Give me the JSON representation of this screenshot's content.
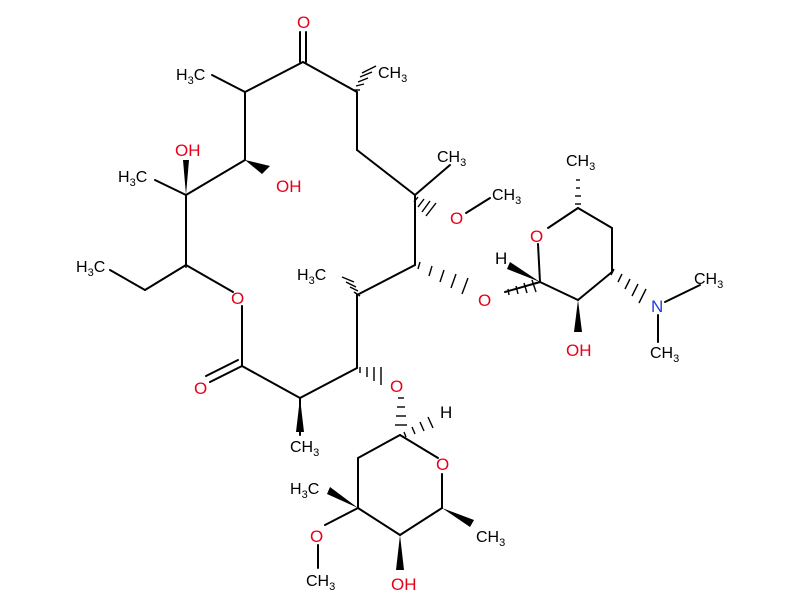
{
  "colors": {
    "bond": "#000000",
    "carbon_label": "#000000",
    "oxygen_label": "#e8001a",
    "nitrogen_label": "#2040d8"
  },
  "labels": {
    "ketone_o": "O",
    "methyl_h3c_1": "H",
    "methyl_h3c_1_sub": "3",
    "methyl_h3c_1_c": "C",
    "methyl_ch3_2": "CH",
    "methyl_ch3_2_sub": "3",
    "oh_top": "OH",
    "methyl_h3c_3": "H",
    "methyl_h3c_3_sub": "3",
    "methyl_h3c_3_c": "C",
    "oh_mid": "OH",
    "methyl_ch3_4": "CH",
    "methyl_ch3_4_sub": "3",
    "methoxy_o": "O",
    "methoxy_ch3": "CH",
    "methoxy_ch3_sub": "3",
    "ethyl_h3c": "H",
    "ethyl_h3c_sub": "3",
    "ethyl_h3c_c": "C",
    "ring_o": "O",
    "methyl_h3c_5": "H",
    "methyl_h3c_5_sub": "3",
    "methyl_h3c_5_c": "C",
    "glycoside_o1": "O",
    "lactone_o": "O",
    "glycoside_o2": "O",
    "methyl_ch3_6": "CH",
    "methyl_ch3_6_sub": "3",
    "sugar1_ch3": "CH",
    "sugar1_ch3_sub": "3",
    "sugar1_ring_o": "O",
    "sugar1_h": "H",
    "sugar1_oh": "OH",
    "amine_n": "N",
    "amine_ch3_a": "CH",
    "amine_ch3_a_sub": "3",
    "amine_ch3_b": "CH",
    "amine_ch3_b_sub": "3",
    "sugar2_h": "H",
    "sugar2_ring_o": "O",
    "sugar2_h3c": "H",
    "sugar2_h3c_sub": "3",
    "sugar2_h3c_c": "C",
    "sugar2_ch3": "CH",
    "sugar2_ch3_sub": "3",
    "sugar2_methoxy_o": "O",
    "sugar2_methoxy_ch3": "CH",
    "sugar2_methoxy_ch3_sub": "3",
    "sugar2_oh": "OH"
  }
}
